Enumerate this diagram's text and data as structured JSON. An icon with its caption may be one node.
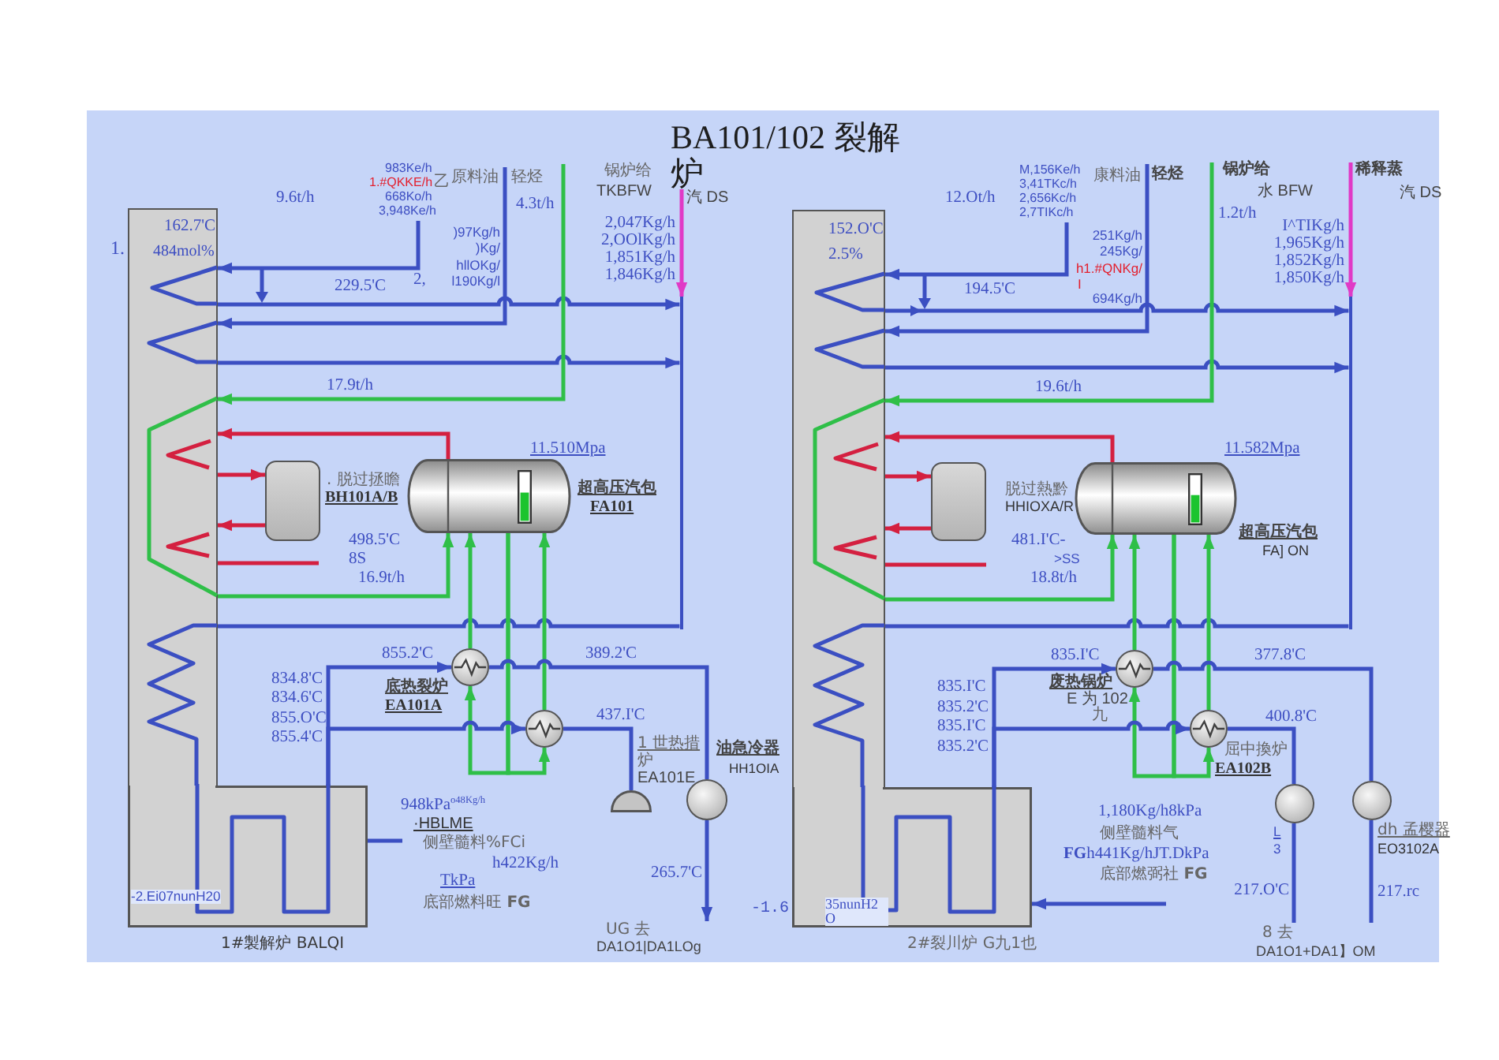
{
  "diagram": {
    "title": "BA101/102 裂解炉",
    "nodes": [
      {
        "text": [
          "162.7'C",
          "484mol%"
        ],
        "beside": [
          "1."
        ]
      },
      {
        "text": [
          "-2.Ei07nunH20"
        ],
        "beside": [
          "1#製解炉 BALQI"
        ]
      },
      {
        "text": [],
        "shape": "box",
        "beside": [
          ". 脱过拯瞻",
          "BH101A/B"
        ]
      },
      {
        "text": [],
        "shape": "cylinder",
        "beside": [
          "超高压汽包",
          "FA101"
        ]
      },
      {
        "text": [],
        "shape": "circle",
        "beside": [
          "底热裂炉",
          "EA101A"
        ]
      },
      {
        "text": [],
        "shape": "circle",
        "beside": [
          "1 世热措",
          "炉",
          "EA101E"
        ]
      },
      {
        "text": [],
        "shape": "circle"
      },
      {
        "text": [],
        "shape": "circle",
        "beside": [
          "油急冷器",
          "HH1OIA"
        ]
      },
      {
        "text": [
          "983Ke/h",
          "1.#QKKE/h",
          "668Ko/h",
          "3,948Ke/h"
        ]
      },
      {
        "text": [
          "原料油",
          "轻烃"
        ]
      },
      {
        "text": [
          "锅炉给",
          "TKBFW"
        ]
      },
      {
        "text": [
          "汽 DS"
        ]
      },
      {
        "text": [
          "152.O'C",
          "2.5%"
        ]
      },
      {
        "text": [
          "35nunH2 O"
        ],
        "beside": [
          "-1.6",
          "2#裂川炉 G九1也"
        ]
      },
      {
        "text": [],
        "shape": "box",
        "beside": [
          "脱过熱黔",
          "HHIOXA/R"
        ]
      },
      {
        "text": [],
        "shape": "cylinder",
        "beside": [
          "超高压汽包",
          "FA] ON"
        ]
      },
      {
        "text": [],
        "shape": "circle",
        "beside": [
          "废热锅炉",
          "E 为 102",
          "九"
        ]
      },
      {
        "text": [],
        "shape": "circle",
        "beside": [
          "屈中換炉",
          "EA102B"
        ]
      },
      {
        "text": [],
        "shape": "circle"
      },
      {
        "text": [],
        "shape": "circle",
        "beside": [
          "dh 孟樱器",
          "EO3102A"
        ]
      },
      {
        "text": [
          "M,156Ke/h",
          "3,41TKc/h",
          "2,656Kc/h",
          "2,7TIKc/h"
        ]
      },
      {
        "text": [
          "康料油",
          "轻烃"
        ]
      },
      {
        "text": [
          "锅炉给",
          "水 BFW"
        ]
      },
      {
        "text": [
          "稀释蒸",
          "汽 DS"
        ]
      },
      {
        "text": [],
        "shape": "bar"
      },
      {
        "text": [],
        "shape": "bar"
      },
      {
        "text": [
          "UG 去",
          "DA1O1|DA1LOg"
        ]
      },
      {
        "text": [
          "8 去",
          "DA1O1+DA1】OM"
        ]
      }
    ],
    "edges": [
      {
        "from": 8,
        "to": 0,
        "arrow": "to"
      },
      {
        "from": 9,
        "to": 0,
        "arrow": "to"
      },
      {
        "from": 0,
        "to": 24,
        "arrow": "to"
      },
      {
        "from": 0,
        "to": 24,
        "arrow": "to"
      },
      {
        "from": 11,
        "to": 24,
        "arrow": "to",
        "color": "#e03ac6"
      },
      {
        "from": 24,
        "to": 0,
        "arrow": "none"
      },
      {
        "from": 10,
        "to": 0,
        "arrow": "to",
        "label": "17.9t/h",
        "color": "#2fbf48"
      },
      {
        "from": 3,
        "to": 0,
        "arrow": "to",
        "color": "#d42040"
      },
      {
        "from": 0,
        "to": 2,
        "arrow": "to",
        "color": "#d42040"
      },
      {
        "from": 2,
        "to": 0,
        "arrow": "to",
        "color": "#d42040"
      },
      {
        "from": 0,
        "to": null,
        "arrow": "none",
        "color": "#d42040"
      },
      {
        "from": 0,
        "to": 3,
        "arrow": "to",
        "label": "16.9t/h",
        "color": "#2fbf48"
      },
      {
        "from": 3,
        "to": 4,
        "arrow": "to",
        "color": "#2fbf48"
      },
      {
        "from": 3,
        "to": 5,
        "arrow": "to",
        "color": "#2fbf48"
      },
      {
        "from": 4,
        "to": 3,
        "arrow": "to",
        "color": "#2fbf48"
      },
      {
        "from": 5,
        "to": 3,
        "arrow": "to",
        "color": "#2fbf48"
      },
      {
        "from": 1,
        "to": 4,
        "arrow": "to",
        "label": "855.2'C"
      },
      {
        "from": 1,
        "to": 5,
        "arrow": "to"
      },
      {
        "from": 4,
        "to": 7,
        "arrow": "none",
        "label": "389.2'C"
      },
      {
        "from": 5,
        "to": 6,
        "arrow": "none",
        "label": "437.I'C"
      },
      {
        "from": 7,
        "to": 26,
        "arrow": "to",
        "label": "265.7'C"
      },
      {
        "from": null,
        "to": 1,
        "arrow": "none"
      },
      {
        "from": 20,
        "to": 12,
        "arrow": "to"
      },
      {
        "from": 21,
        "to": 12,
        "arrow": "to"
      },
      {
        "from": 12,
        "to": 25,
        "arrow": "to"
      },
      {
        "from": 12,
        "to": 25,
        "arrow": "to"
      },
      {
        "from": 23,
        "to": 25,
        "arrow": "to",
        "color": "#e03ac6"
      },
      {
        "from": 25,
        "to": 12,
        "arrow": "none"
      },
      {
        "from": 22,
        "to": 12,
        "arrow": "to",
        "label": "19.6t/h",
        "color": "#2fbf48"
      },
      {
        "from": 15,
        "to": 12,
        "arrow": "to",
        "color": "#d42040"
      },
      {
        "from": 12,
        "to": 14,
        "arrow": "to",
        "color": "#d42040"
      },
      {
        "from": 14,
        "to": 12,
        "arrow": "to",
        "color": "#d42040"
      },
      {
        "from": 12,
        "to": null,
        "arrow": "none",
        "color": "#d42040"
      },
      {
        "from": 12,
        "to": 15,
        "arrow": "to",
        "label": "18.8t/h",
        "color": "#2fbf48"
      },
      {
        "from": 15,
        "to": 16,
        "arrow": "to",
        "color": "#2fbf48"
      },
      {
        "from": 15,
        "to": 17,
        "arrow": "to",
        "color": "#2fbf48"
      },
      {
        "from": 16,
        "to": 15,
        "arrow": "to",
        "color": "#2fbf48"
      },
      {
        "from": 17,
        "to": 15,
        "arrow": "to",
        "color": "#2fbf48"
      },
      {
        "from": 13,
        "to": 16,
        "arrow": "to",
        "label": "835.I'C"
      },
      {
        "from": 13,
        "to": 17,
        "arrow": "to"
      },
      {
        "from": 16,
        "to": 19,
        "arrow": "none",
        "label": "377.8'C"
      },
      {
        "from": 17,
        "to": 18,
        "arrow": "none",
        "label": "400.8'C"
      },
      {
        "from": 18,
        "to": 27,
        "arrow": "none",
        "label": "217.O'C"
      },
      {
        "from": 19,
        "to": 27,
        "arrow": "none",
        "label": "217.rc"
      },
      {
        "from": null,
        "to": 13,
        "arrow": "to"
      }
    ],
    "labels": [
      "乙",
      "9.6t/h",
      "4.3t/h",
      "2,047Kg/h",
      "2,OOlKg/h",
      "1,851Kg/h",
      "1,846Kg/h",
      "12.Ot/h",
      "1.2t/h",
      "I^TIKg/h",
      "1,965Kg/h",
      "1,852Kg/h",
      "1,850Kg/h",
      ")97Kg/h",
      ")Kg/",
      "hllOKg/",
      "l190Kg/l",
      "2,",
      "251Kg/h",
      "245Kg/",
      "h1.#QNKg/",
      "I",
      "229.5'C",
      "194.5'C",
      "694Kg/h",
      "11.510Mpa",
      "11.582Mpa",
      "498.5'C",
      "481.I'C-",
      "8S",
      ">SS",
      "834.8'C",
      "834.6'C",
      "855.O'C",
      "855.4'C",
      "835.I'C",
      "835.2'C",
      "835.I'C",
      "835.2'C",
      "948kPa$^{o48Kg/h}$",
      "·HBLME",
      "侧壁髓料%FCi",
      "h422Kg/h",
      "TkPa",
      "底部燃料旺 **FG**",
      "1,180Kg/h8kPa",
      "侧壁髓料气",
      "**FG**h441Kg/hJT.DkPa",
      "底部燃弼社 **FG**",
      "L",
      "3"
    ]
  }
}
